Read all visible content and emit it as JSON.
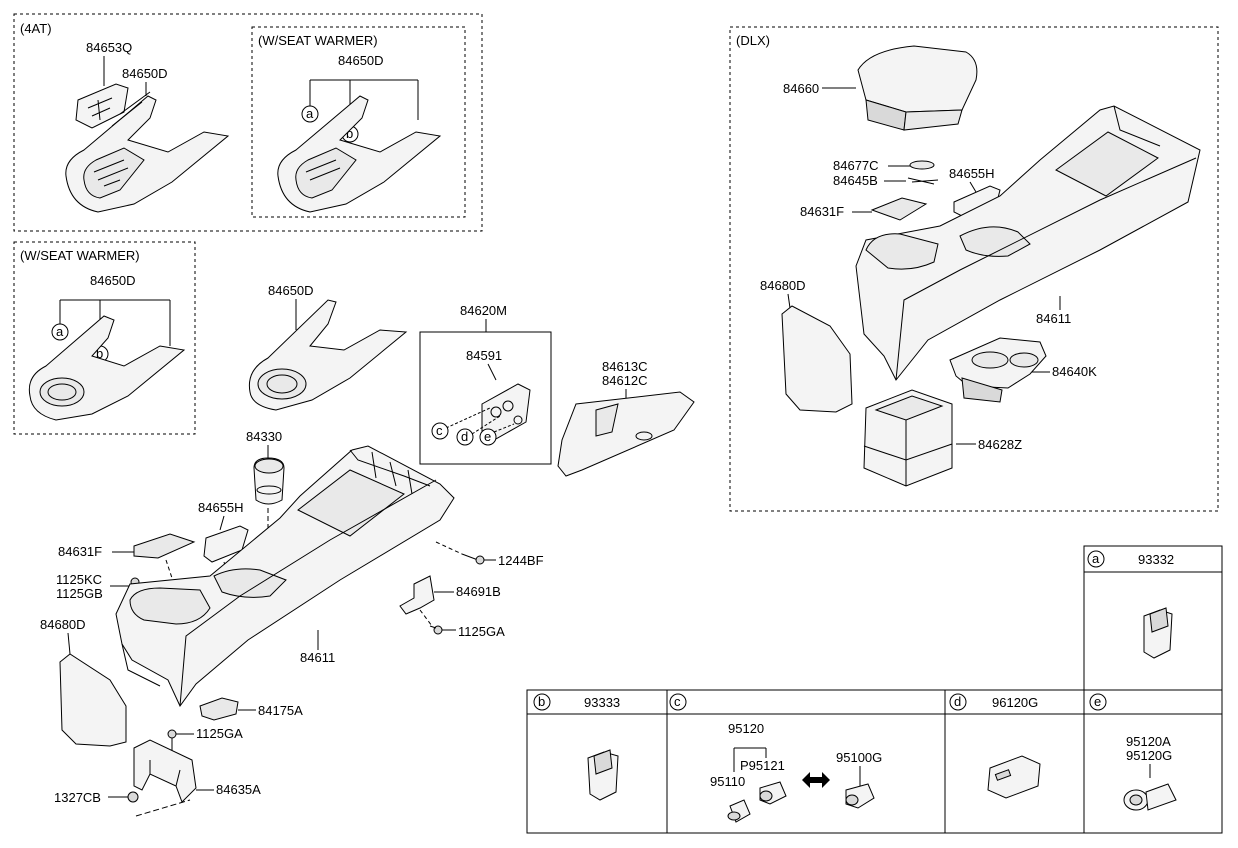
{
  "groups": {
    "at4": "(4AT)",
    "seat_warmer_top": "(W/SEAT WARMER)",
    "seat_warmer_left": "(W/SEAT WARMER)",
    "dlx": "(DLX)"
  },
  "parts": {
    "p84653Q": "84653Q",
    "p84650D_a": "84650D",
    "p84650D_b": "84650D",
    "p84650D_c": "84650D",
    "p84650D_d": "84650D",
    "p84620M": "84620M",
    "p84591": "84591",
    "p84613C": "84613C",
    "p84612C": "84612C",
    "p84330": "84330",
    "p84655H_main": "84655H",
    "p84631F_main": "84631F",
    "p1125KC": "1125KC",
    "p1125GB": "1125GB",
    "p84680D_main": "84680D",
    "p1244BF": "1244BF",
    "p84691B": "84691B",
    "p1125GA_a": "1125GA",
    "p84611_main": "84611",
    "p84175A": "84175A",
    "p1125GA_b": "1125GA",
    "p1327CB": "1327CB",
    "p84635A": "84635A",
    "p84660": "84660",
    "p84677C": "84677C",
    "p84645B": "84645B",
    "p84655H_dlx": "84655H",
    "p84631F_dlx": "84631F",
    "p84680D_dlx": "84680D",
    "p84611_dlx": "84611",
    "p84640K": "84640K",
    "p84628Z": "84628Z"
  },
  "callouts": {
    "a": "a",
    "b": "b",
    "c": "c",
    "d": "d",
    "e": "e"
  },
  "table": {
    "a_part": "93332",
    "b_part": "93333",
    "c_p95120": "95120",
    "c_pP95121": "P95121",
    "c_p95110": "95110",
    "c_p95100G": "95100G",
    "d_part": "96120G",
    "e_p95120A": "95120A",
    "e_p95120G": "95120G"
  }
}
